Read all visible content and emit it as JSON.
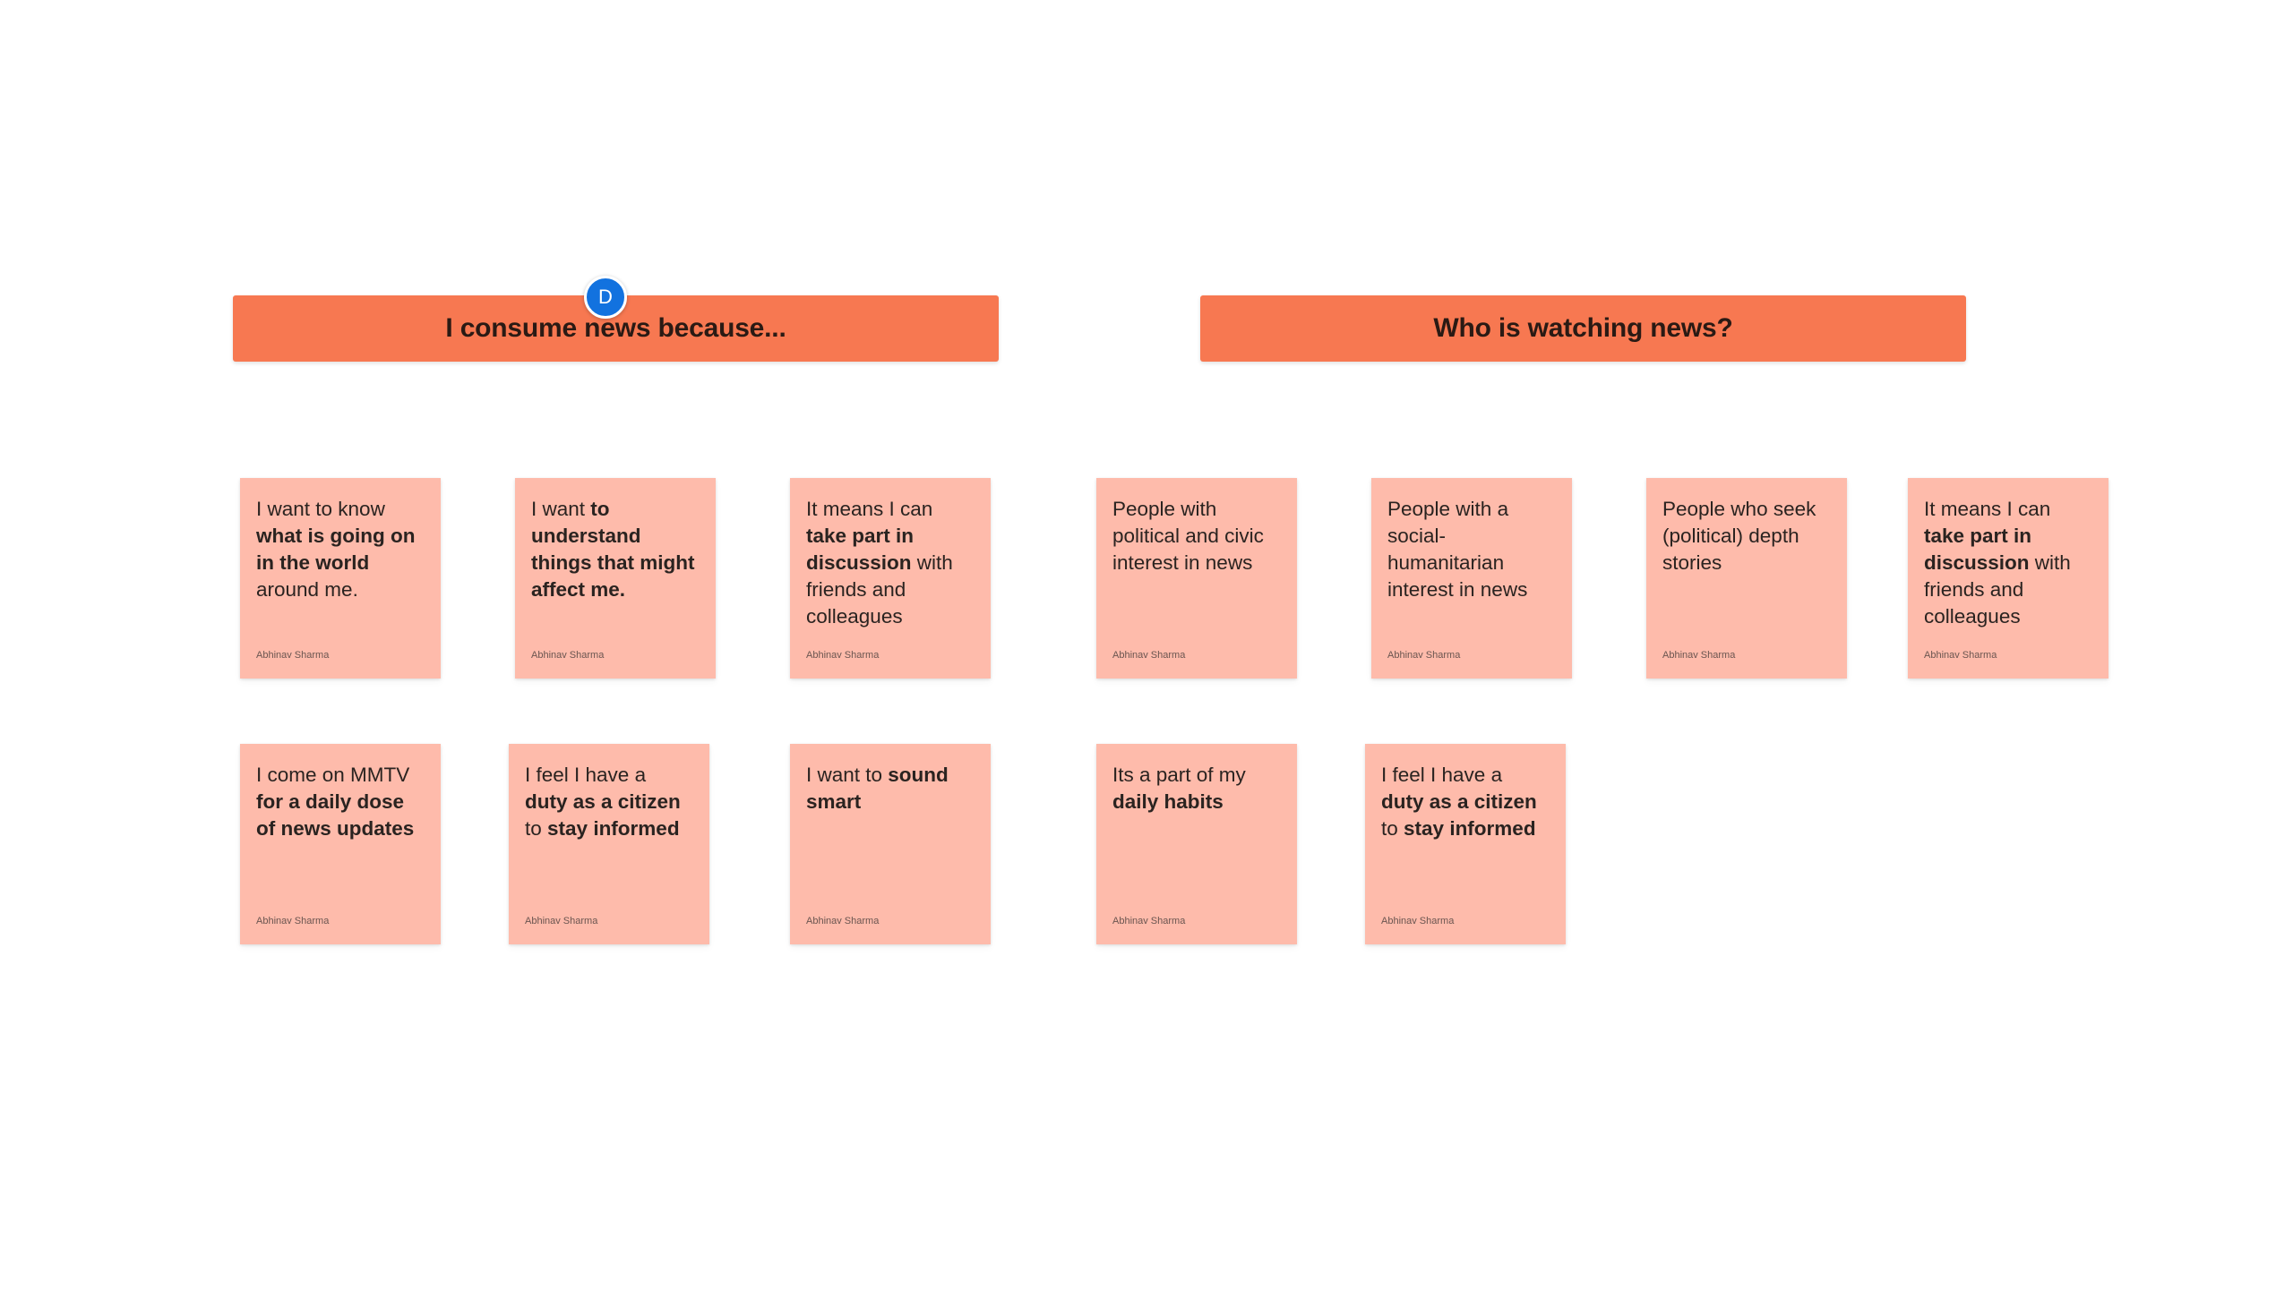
{
  "board": {
    "headers": [
      {
        "text": "I consume news because..."
      },
      {
        "text": "Who is watching news?"
      }
    ],
    "collaborator": {
      "initial": "D",
      "color": "#1272df"
    },
    "colors": {
      "header": "#f77851",
      "sticky": "#febbab"
    },
    "notes": [
      {
        "parts": [
          {
            "t": "I want to know "
          },
          {
            "t": "what is going on in the world",
            "b": true
          },
          {
            "t": " around me."
          }
        ],
        "author": "Abhinav Sharma"
      },
      {
        "parts": [
          {
            "t": "I want "
          },
          {
            "t": "to understand things that might affect me.",
            "b": true
          }
        ],
        "author": "Abhinav Sharma"
      },
      {
        "parts": [
          {
            "t": "It means I can "
          },
          {
            "t": "take part in discussion",
            "b": true
          },
          {
            "t": " with friends and colleagues"
          }
        ],
        "author": "Abhinav Sharma"
      },
      {
        "parts": [
          {
            "t": "People with political and civic interest in news"
          }
        ],
        "author": "Abhinav Sharma"
      },
      {
        "parts": [
          {
            "t": "People with a social-humanitarian interest in news"
          }
        ],
        "author": "Abhinav Sharma"
      },
      {
        "parts": [
          {
            "t": "People who seek (political) depth stories"
          }
        ],
        "author": "Abhinav Sharma"
      },
      {
        "parts": [
          {
            "t": "It means I can "
          },
          {
            "t": "take part in discussion",
            "b": true
          },
          {
            "t": " with friends and colleagues"
          }
        ],
        "author": "Abhinav Sharma"
      },
      {
        "parts": [
          {
            "t": "I come on MMTV "
          },
          {
            "t": "for a daily dose of news updates",
            "b": true
          }
        ],
        "author": "Abhinav Sharma"
      },
      {
        "parts": [
          {
            "t": "I feel I have a "
          },
          {
            "t": "duty as a citizen",
            "b": true
          },
          {
            "t": " to "
          },
          {
            "t": "stay informed",
            "b": true
          }
        ],
        "author": "Abhinav Sharma"
      },
      {
        "parts": [
          {
            "t": "I want to "
          },
          {
            "t": "sound smart",
            "b": true
          }
        ],
        "author": "Abhinav Sharma"
      },
      {
        "parts": [
          {
            "t": "Its a part of my "
          },
          {
            "t": "daily habits",
            "b": true
          }
        ],
        "author": "Abhinav Sharma"
      },
      {
        "parts": [
          {
            "t": "I feel I have a "
          },
          {
            "t": "duty as a citizen",
            "b": true
          },
          {
            "t": " to "
          },
          {
            "t": "stay informed",
            "b": true
          }
        ],
        "author": "Abhinav Sharma"
      }
    ]
  }
}
